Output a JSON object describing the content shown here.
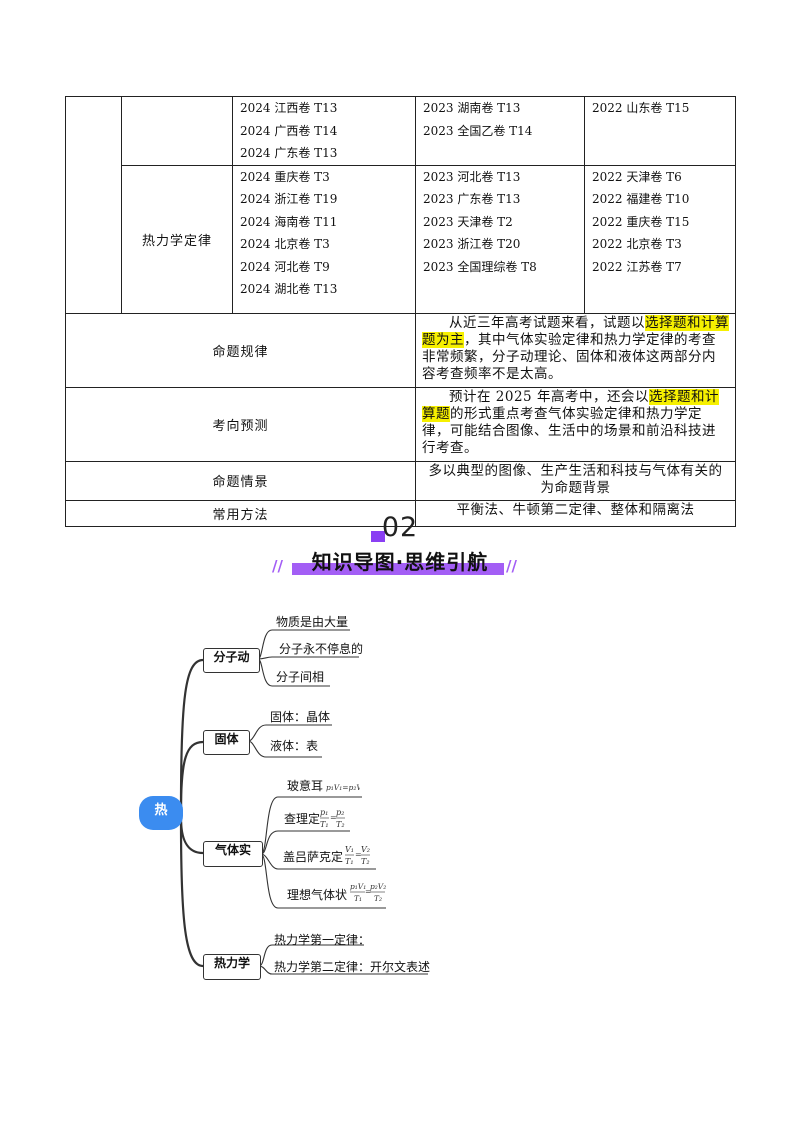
{
  "table": {
    "rows": [
      {
        "category": "",
        "col1": [
          "2024 江西卷 T13",
          "2024 广西卷 T14",
          "2024 广东卷 T13"
        ],
        "col2": [
          "2023 湖南卷 T13",
          "2023 全国乙卷 T14"
        ],
        "col3": [
          "2022 山东卷 T15"
        ]
      },
      {
        "category": "热力学定律",
        "col1": [
          "2024 重庆卷 T3",
          "2024 浙江卷 T19",
          "2024 海南卷 T11",
          "2024 北京卷 T3",
          "2024 河北卷 T9",
          "2024 湖北卷 T13"
        ],
        "col2": [
          "2023 河北卷 T13",
          "2023 广东卷 T13",
          "2023 天津卷 T2",
          "2023 浙江卷 T20",
          "2023 全国理综卷 T8"
        ],
        "col3": [
          "2022 天津卷 T6",
          "2022 福建卷 T10",
          "2022 重庆卷 T15",
          "2022 北京卷 T3",
          "2022 江苏卷 T7"
        ]
      }
    ],
    "mingti_guilv": {
      "label": "命题规律",
      "before": "从近三年高考试题来看，试题以",
      "highlight": "选择题和计算题为主",
      "after": "，其中气体实验定律和热力学定律的考查非常频繁，分子动理论、固体和液体这两部分内容考查频率不是太高。"
    },
    "kaoxiang_yuce": {
      "label": "考向预测",
      "before": "预计在 2025 年高考中，还会以",
      "highlight": "选择题和计算题",
      "after": "的形式重点考查气体实验定律和热力学定律，可能结合图像、生活中的场景和前沿科技进行考查。"
    },
    "mingti_qingjing": {
      "label": "命题情景",
      "text": "多以典型的图像、生产生活和科技与气体有关的为命题背景"
    },
    "changyong_fangfa": {
      "label": "常用方法",
      "text": "平衡法、牛顿第二定律、整体和隔离法"
    }
  },
  "section": {
    "number": "02",
    "title": "知识导图·思维引航"
  },
  "mindmap": {
    "root": "热",
    "branches": [
      {
        "label": "分子动",
        "leaves": [
          "物质是由大量",
          "分子永不停息的",
          "分子间相"
        ]
      },
      {
        "label": "固体",
        "leaves": [
          "固体：晶体",
          "液体：表"
        ]
      },
      {
        "label": "气体实",
        "leaves": [
          "玻意耳",
          "查理定",
          "盖吕萨克定",
          "理想气体状"
        ]
      },
      {
        "label": "热力学",
        "leaves": [
          "热力学第一定律：",
          "热力学第二定律：开尔文表述"
        ]
      }
    ],
    "formulas": [
      "p₁V₁=p₂V₂",
      "p₁/T₁=p₂/T₂",
      "V₁/T₁=V₂/T₂",
      "p₁V₁/T₁=p₂V₂/T₂"
    ],
    "colors": {
      "root": "#3b8cf0",
      "line": "#333333",
      "accent": "#a35ef5"
    }
  }
}
